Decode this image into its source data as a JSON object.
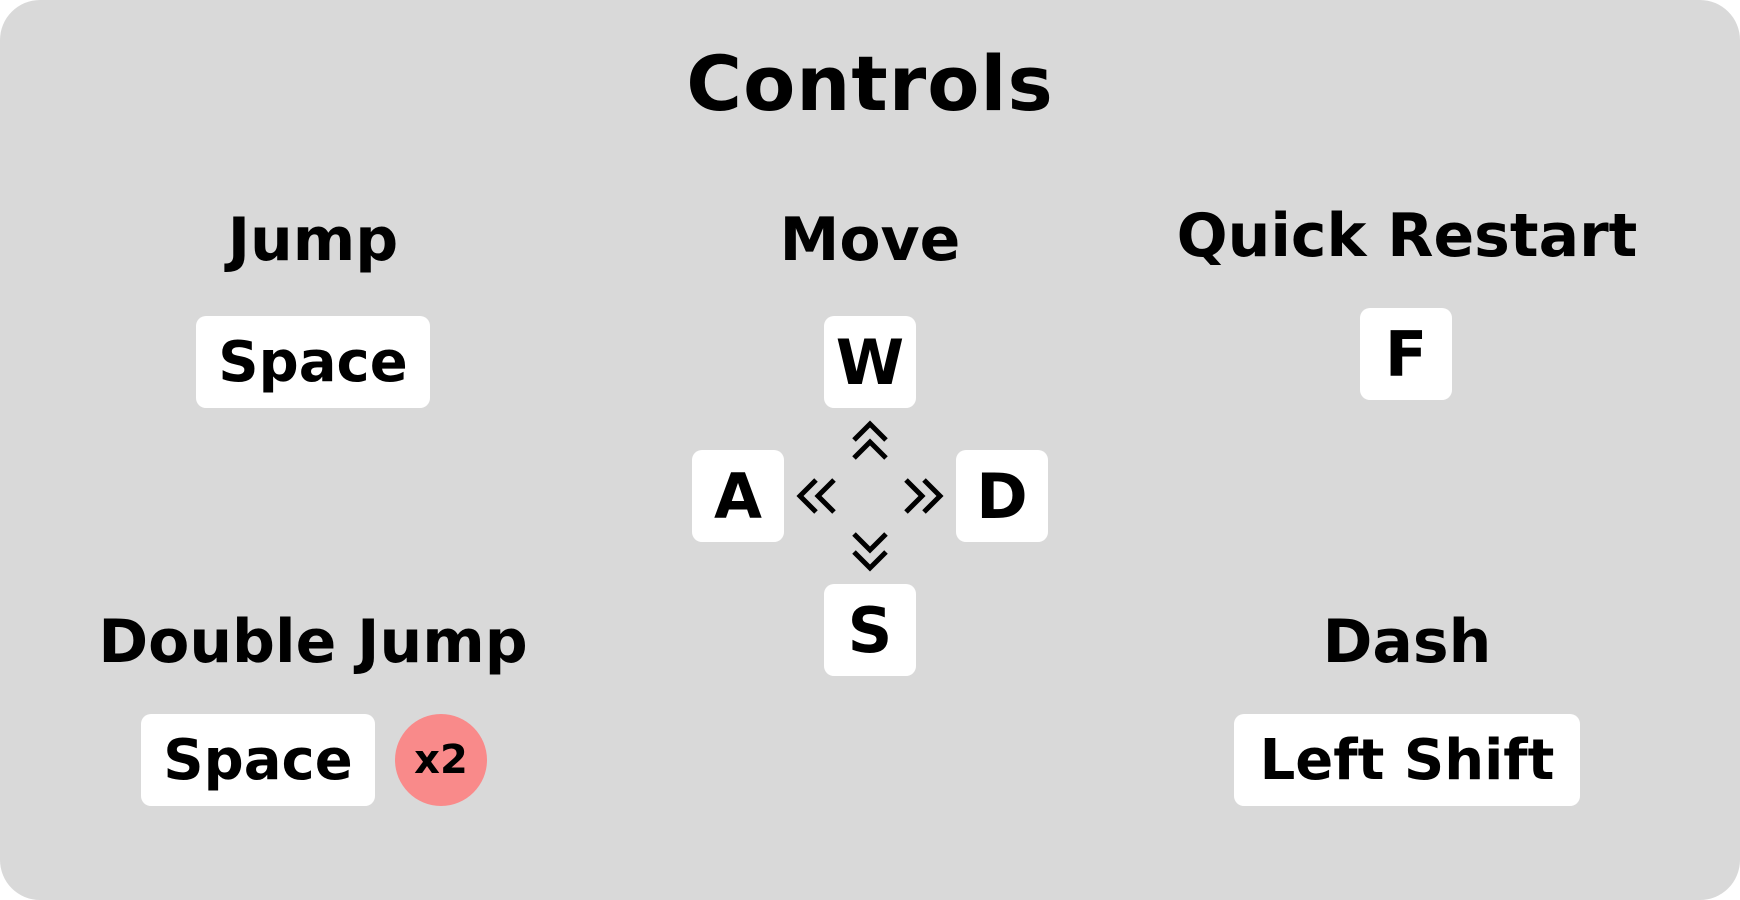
{
  "title": "Controls",
  "jump": {
    "label": "Jump",
    "key": "Space"
  },
  "move": {
    "label": "Move",
    "keys": {
      "up": "W",
      "left": "A",
      "right": "D",
      "down": "S"
    }
  },
  "restart": {
    "label": "Quick Restart",
    "key": "F"
  },
  "double_jump": {
    "label": "Double Jump",
    "key": "Space",
    "multiplier": "x2"
  },
  "dash": {
    "label": "Dash",
    "key": "Left Shift"
  },
  "colors": {
    "panel": "#d9d9d9",
    "key": "#ffffff",
    "badge": "#f98a8a",
    "text": "#000000"
  },
  "icons": [
    "double-chevron-up-icon",
    "double-chevron-left-icon",
    "double-chevron-right-icon",
    "double-chevron-down-icon"
  ]
}
